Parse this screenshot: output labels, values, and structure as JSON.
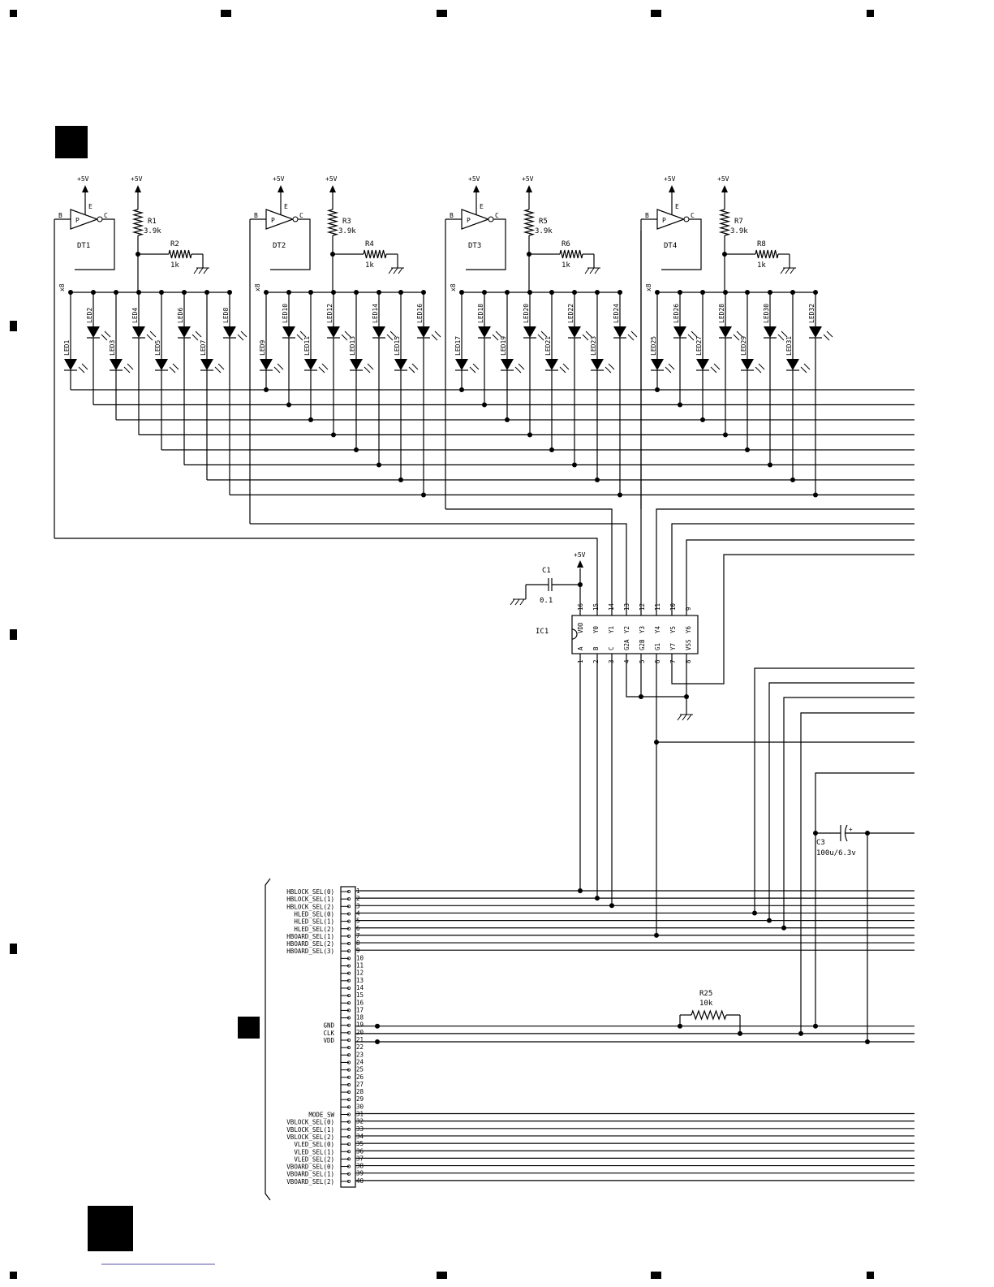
{
  "supply_label": "+5V",
  "transistors": [
    {
      "name": "DT1",
      "type": "P",
      "b": "B",
      "c": "C",
      "e": "E"
    },
    {
      "name": "DT2",
      "type": "P",
      "b": "B",
      "c": "C",
      "e": "E"
    },
    {
      "name": "DT3",
      "type": "P",
      "b": "B",
      "c": "C",
      "e": "E"
    },
    {
      "name": "DT4",
      "type": "P",
      "b": "B",
      "c": "C",
      "e": "E"
    }
  ],
  "resistors_top": [
    {
      "name": "R1",
      "value": "3.9k"
    },
    {
      "name": "R2",
      "value": "1k"
    },
    {
      "name": "R3",
      "value": "3.9k"
    },
    {
      "name": "R4",
      "value": "1k"
    },
    {
      "name": "R5",
      "value": "3.9k"
    },
    {
      "name": "R6",
      "value": "1k"
    },
    {
      "name": "R7",
      "value": "3.9k"
    },
    {
      "name": "R8",
      "value": "1k"
    }
  ],
  "multiplier_label": "x8",
  "leds": [
    "LED1",
    "LED2",
    "LED3",
    "LED4",
    "LED5",
    "LED6",
    "LED7",
    "LED8",
    "LED9",
    "LED10",
    "LED11",
    "LED12",
    "LED13",
    "LED14",
    "LED15",
    "LED16",
    "LED17",
    "LED18",
    "LED19",
    "LED20",
    "LED21",
    "LED22",
    "LED23",
    "LED24",
    "LED25",
    "LED26",
    "LED27",
    "LED28",
    "LED29",
    "LED30",
    "LED31",
    "LED32"
  ],
  "ic": {
    "name": "IC1",
    "top_pins": [
      {
        "num": "16",
        "sig": "VDD"
      },
      {
        "num": "15",
        "sig": "Y0"
      },
      {
        "num": "14",
        "sig": "Y1"
      },
      {
        "num": "13",
        "sig": "Y2"
      },
      {
        "num": "12",
        "sig": "Y3"
      },
      {
        "num": "11",
        "sig": "Y4"
      },
      {
        "num": "10",
        "sig": "Y5"
      },
      {
        "num": "9",
        "sig": "Y6"
      }
    ],
    "bottom_pins": [
      {
        "num": "1",
        "sig": "A"
      },
      {
        "num": "2",
        "sig": "B"
      },
      {
        "num": "3",
        "sig": "C"
      },
      {
        "num": "4",
        "sig": "G2A"
      },
      {
        "num": "5",
        "sig": "G2B"
      },
      {
        "num": "6",
        "sig": "G1"
      },
      {
        "num": "7",
        "sig": "Y7"
      },
      {
        "num": "8",
        "sig": "VSS"
      }
    ]
  },
  "c1": {
    "name": "C1",
    "value": "0.1"
  },
  "c3": {
    "name": "C3",
    "value": "100u/6.3v"
  },
  "r25": {
    "name": "R25",
    "value": "10k"
  },
  "connector": {
    "pins": [
      "1",
      "2",
      "3",
      "4",
      "5",
      "6",
      "7",
      "8",
      "9",
      "10",
      "11",
      "12",
      "13",
      "14",
      "15",
      "16",
      "17",
      "18",
      "19",
      "20",
      "21",
      "22",
      "23",
      "24",
      "25",
      "26",
      "27",
      "28",
      "29",
      "30",
      "31",
      "32",
      "33",
      "34",
      "35",
      "36",
      "37",
      "38",
      "39",
      "40"
    ],
    "signals_top": [
      "HBLOCK_SEL(0)",
      "HBLOCK_SEL(1)",
      "HBLOCK_SEL(2)",
      "HLED_SEL(0)",
      "HLED_SEL(1)",
      "HLED_SEL(2)",
      "HBOARD_SEL(1)",
      "HBOARD_SEL(2)",
      "HBOARD_SEL(3)"
    ],
    "signals_mid": [
      "GND",
      "CLK",
      "VDD"
    ],
    "signals_bottom": [
      "MODE_SW",
      "VBLOCK_SEL(0)",
      "VBLOCK_SEL(1)",
      "VBLOCK_SEL(2)",
      "VLED_SEL(0)",
      "VLED_SEL(1)",
      "VLED_SEL(2)",
      "VBOARD_SEL(0)",
      "VBOARD_SEL(1)",
      "VBOARD_SEL(2)"
    ]
  }
}
